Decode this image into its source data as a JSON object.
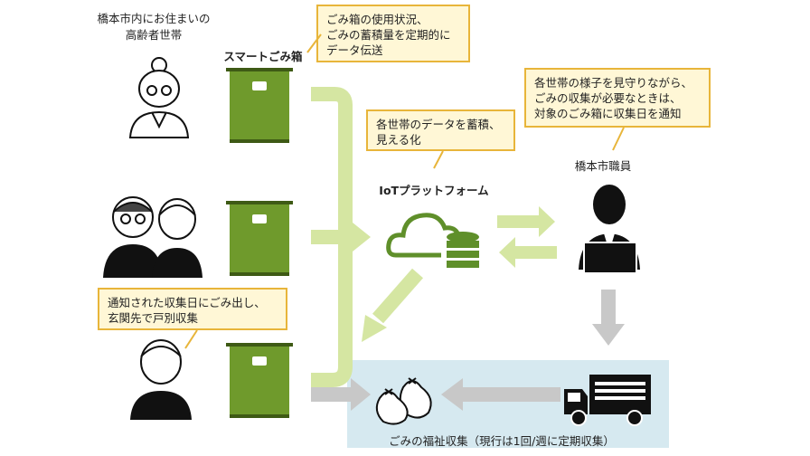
{
  "labels": {
    "households": "橋本市内にお住まいの\n高齢者世帯",
    "smart_bin": "スマートごみ箱",
    "iot_platform": "IoTプラットフォーム",
    "staff": "橋本市職員",
    "welfare_collection": "ごみの福祉収集（現行は1回/週に定期収集）"
  },
  "callouts": {
    "bin_data": "ごみ箱の使用状況、\nごみの蓄積量を定期的に\nデータ伝送",
    "platform": "各世帯のデータを蓄積、\n見える化",
    "staff_task": "各世帯の様子を見守りながら、\nごみの収集が必要なときは、\n対象のごみ箱に収集日を通知",
    "household_task": "通知された収集日にごみ出し、\n玄関先で戸別収集"
  },
  "colors": {
    "green": "#6f9a2c",
    "light_green": "#d5e6a2",
    "callout_border": "#e8b53a",
    "callout_bg": "#fff7d6",
    "gray_arrow": "#c8c8c8",
    "blue_box": "#d6e9f0"
  }
}
